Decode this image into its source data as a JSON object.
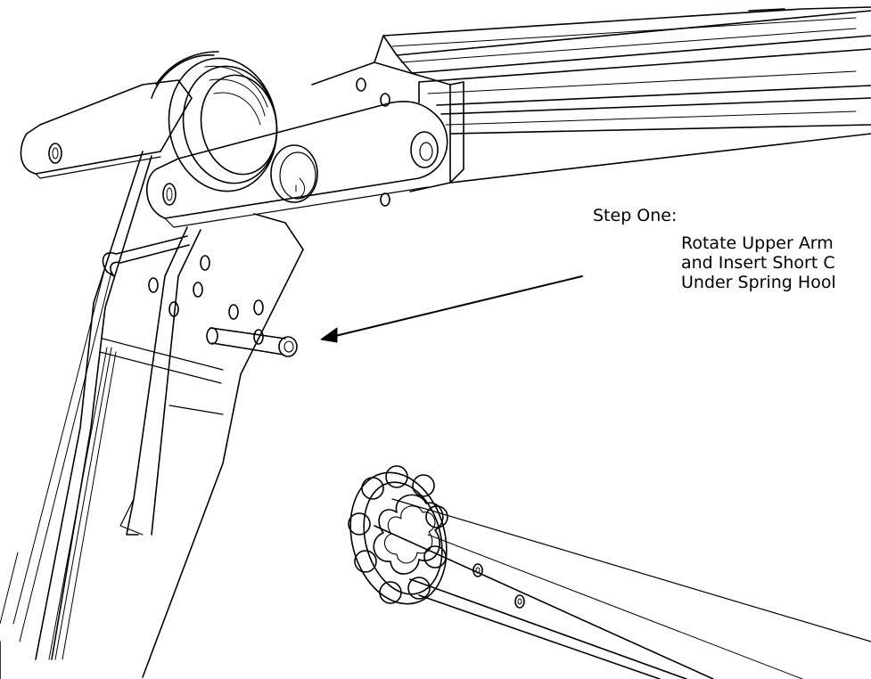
{
  "annotation": {
    "step_title": "Step One:",
    "instruction_lines": [
      "Rotate Upper Arm",
      "and Insert Short C",
      "Under Spring Hool"
    ]
  },
  "colors": {
    "line": "#000000",
    "background": "#ffffff"
  }
}
